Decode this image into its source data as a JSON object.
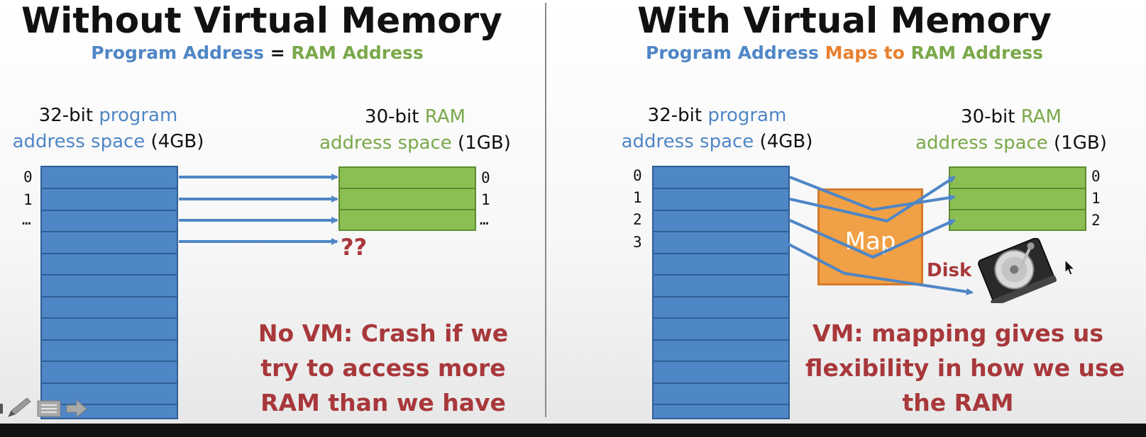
{
  "left": {
    "title": "Without Virtual Memory",
    "subtitle": {
      "part1": "Program Address",
      "part2": " = ",
      "part3": "RAM Address"
    },
    "prog_label": {
      "line1_black": "32-bit",
      "line1_blue": " program",
      "line2_blue": "address space",
      "line2_black": " (4GB)"
    },
    "ram_label": {
      "line1_black": "30-bit",
      "line1_green": " RAM",
      "line2_green": "address space",
      "line2_black": " (1GB)"
    },
    "prog_indices": [
      "0",
      "1",
      "…"
    ],
    "ram_indices": [
      "0",
      "1",
      "…"
    ],
    "question": "??",
    "note": [
      "No VM: Crash if we",
      "try to access more",
      "RAM than we have"
    ]
  },
  "right": {
    "title": "With Virtual Memory",
    "subtitle": {
      "part1": "Program Address",
      "part2": " Maps to ",
      "part3": "RAM Address"
    },
    "prog_label": {
      "line1_black": "32-bit",
      "line1_blue": " program",
      "line2_blue": "address space",
      "line2_black": " (4GB)"
    },
    "ram_label": {
      "line1_black": "30-bit",
      "line1_green": " RAM",
      "line2_green": "address space",
      "line2_black": " (1GB)"
    },
    "prog_indices": [
      "0",
      "1",
      "2",
      "3"
    ],
    "ram_indices": [
      "0",
      "1",
      "2"
    ],
    "map_label": "Map",
    "disk_label": "Disk",
    "note": [
      "VM: mapping gives us",
      "flexibility in how we use",
      "the RAM"
    ]
  },
  "colors": {
    "program_blue": "#4f86c6",
    "ram_green": "#8bbf54",
    "map_orange": "#f0a045",
    "note_red": "#a8383b"
  },
  "icons": [
    "pencil-icon",
    "notes-icon",
    "arrow-right-icon",
    "hard-disk-icon",
    "mouse-cursor-icon"
  ]
}
